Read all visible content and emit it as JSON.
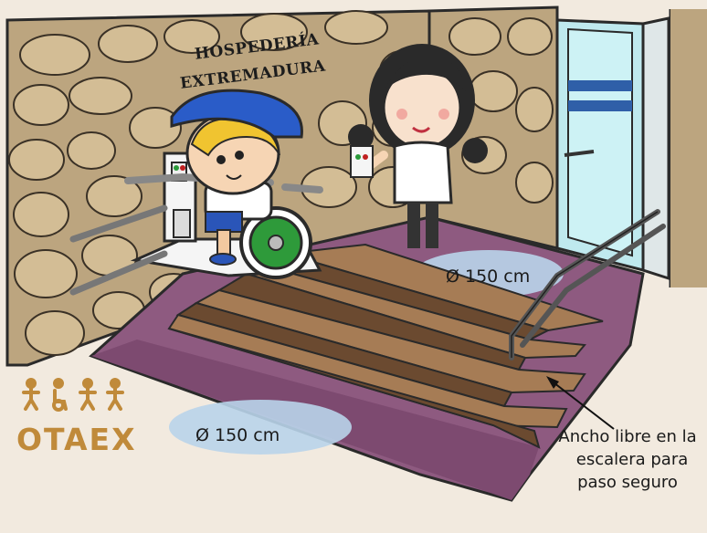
{
  "sign": {
    "line1": "HOSPEDERÍA",
    "line2": "EXTREMADURA"
  },
  "turning_circles": {
    "upper": "Ø 150 cm",
    "lower": "Ø 150 cm"
  },
  "stair_note": {
    "line1": "Ancho libre en la",
    "line2": "escalera para",
    "line3": "paso seguro"
  },
  "logo": {
    "text": "OTAEX",
    "icon": "four-people-with-wheelchair-icon"
  },
  "colors": {
    "carpet": "#8e5a80",
    "stone_wall": "#bca57f",
    "steps": "#a67c55",
    "glass_door": "#bfe9ee",
    "logo": "#c08a3a",
    "circle": "#b9d4ea"
  }
}
